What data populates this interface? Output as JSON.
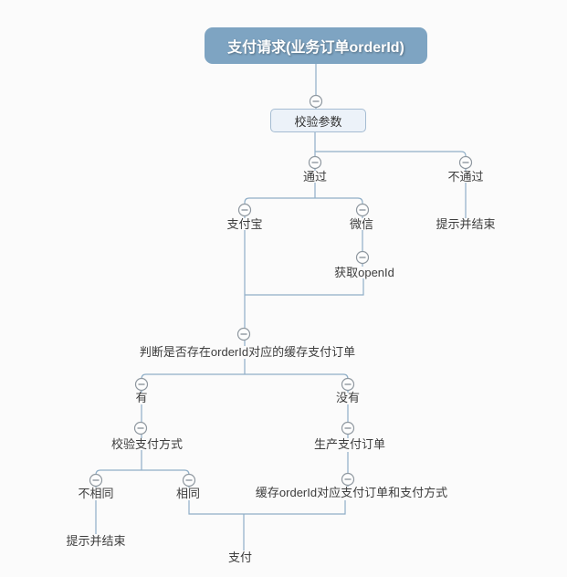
{
  "diagram": {
    "root": {
      "label": "支付请求(业务订单orderId)"
    },
    "nodes": {
      "validate": {
        "label": "校验参数"
      },
      "pass": {
        "label": "通过"
      },
      "fail": {
        "label": "不通过"
      },
      "fail_end": {
        "label": "提示并结束"
      },
      "alipay": {
        "label": "支付宝"
      },
      "wechat": {
        "label": "微信"
      },
      "get_openid": {
        "label": "获取openId"
      },
      "check_cache": {
        "label": "判断是否存在orderId对应的缓存支付订单"
      },
      "has": {
        "label": "有"
      },
      "has_not": {
        "label": "没有"
      },
      "verify_method": {
        "label": "校验支付方式"
      },
      "create_order": {
        "label": "生产支付订单"
      },
      "not_same": {
        "label": "不相同"
      },
      "same": {
        "label": "相同"
      },
      "cache_order": {
        "label": "缓存orderId对应支付订单和支付方式"
      },
      "notify_end": {
        "label": "提示并结束"
      },
      "pay": {
        "label": "支付"
      }
    },
    "icons": {
      "collapse_handle": "minus-circle-icon"
    },
    "colors": {
      "root_fill": "#7EA4C2",
      "root_text": "#FFFFFF",
      "box_fill": "#ECF2F9",
      "box_border": "#A5BCD2",
      "connector": "#8FAEC7",
      "handle_stroke": "#8E979F",
      "handle_fill": "#FDFDFD",
      "label_text": "#3D3D3D",
      "canvas_bg": "#FBFBFB"
    }
  }
}
